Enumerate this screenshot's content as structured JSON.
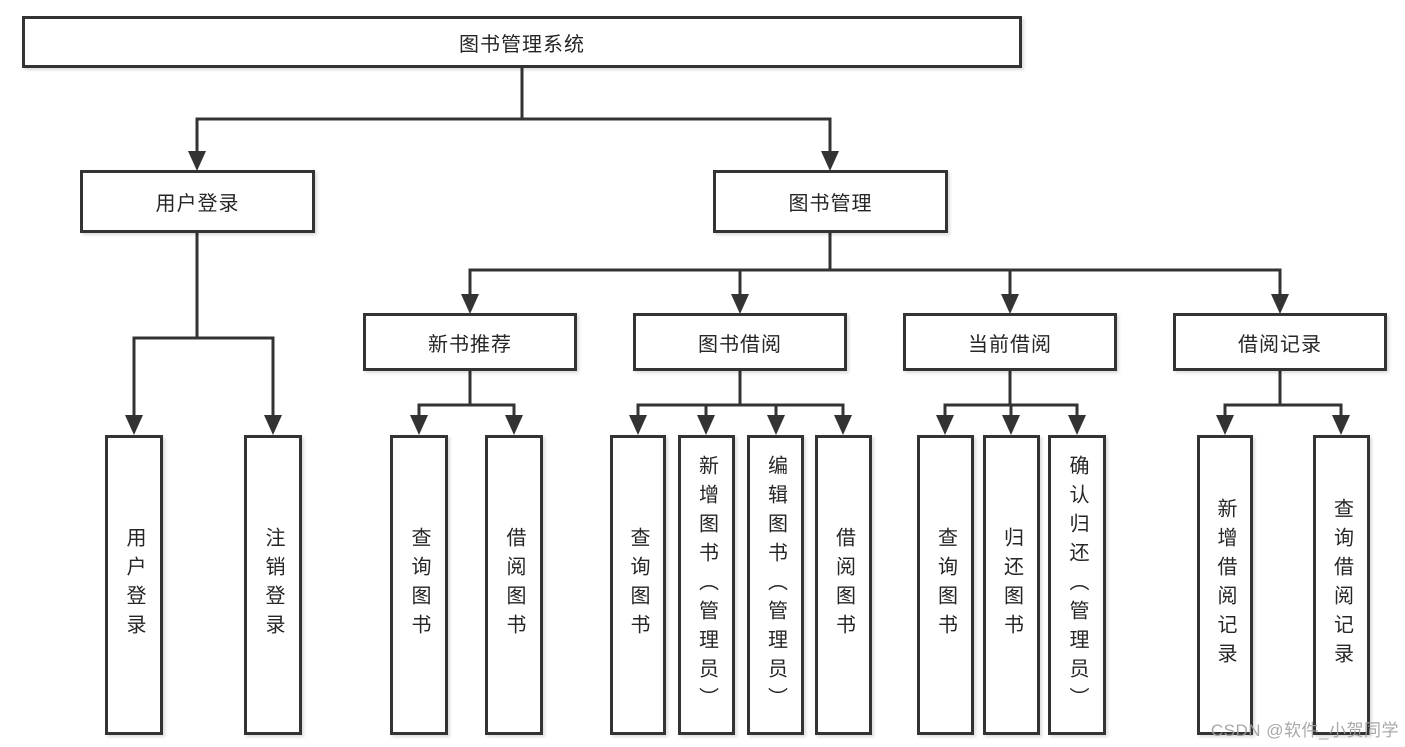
{
  "diagram_title": "图书管理系统",
  "watermark": {
    "text": "CSDN @软件_小贺同学"
  },
  "tree": {
    "root": {
      "label": "图书管理系统",
      "children": [
        {
          "label": "用户登录",
          "children": [
            {
              "label": "用户登录"
            },
            {
              "label": "注销登录"
            }
          ]
        },
        {
          "label": "图书管理",
          "children": [
            {
              "label": "新书推荐",
              "children": [
                {
                  "label": "查询图书"
                },
                {
                  "label": "借阅图书"
                }
              ]
            },
            {
              "label": "图书借阅",
              "children": [
                {
                  "label": "查询图书"
                },
                {
                  "label": "新增图书（管理员）"
                },
                {
                  "label": "编辑图书（管理员）"
                },
                {
                  "label": "借阅图书"
                }
              ]
            },
            {
              "label": "当前借阅",
              "children": [
                {
                  "label": "查询图书"
                },
                {
                  "label": "归还图书"
                },
                {
                  "label": "确认归还（管理员）"
                }
              ]
            },
            {
              "label": "借阅记录",
              "children": [
                {
                  "label": "新增借阅记录"
                },
                {
                  "label": "查询借阅记录"
                }
              ]
            }
          ]
        }
      ]
    }
  }
}
